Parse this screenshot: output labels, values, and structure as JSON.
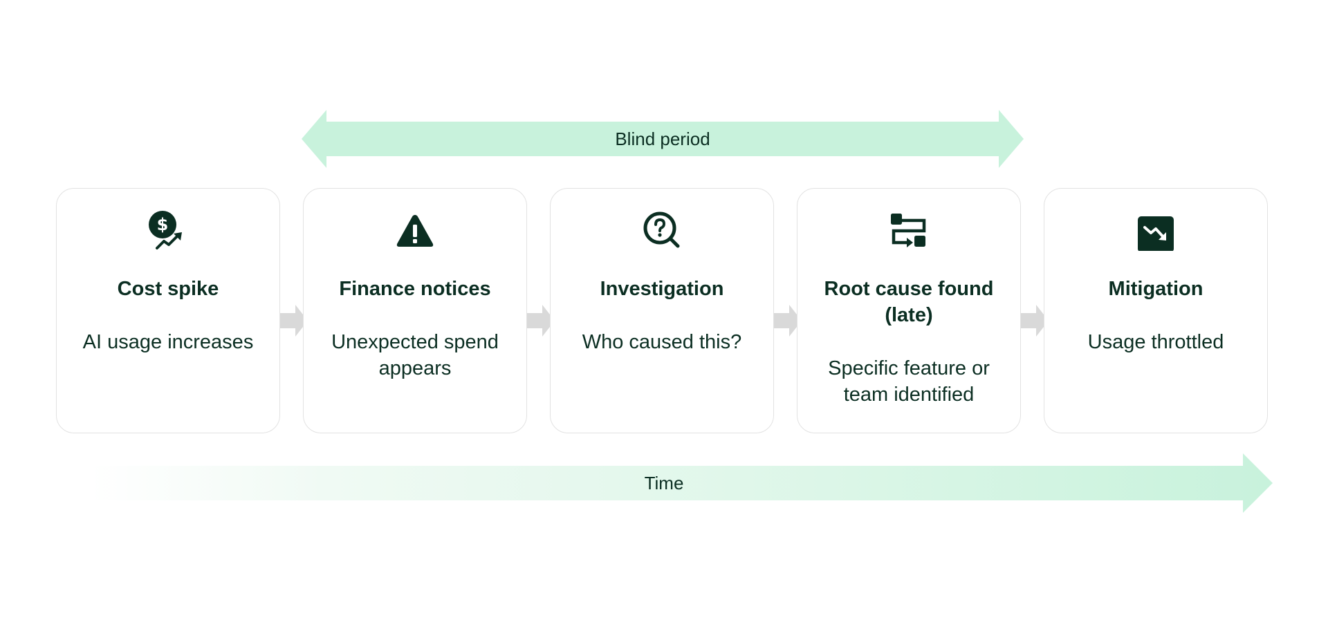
{
  "diagram": {
    "blind_period": {
      "label": "Blind period",
      "color": "#c8f2dc"
    },
    "time_axis": {
      "label": "Time",
      "color_start": "#ffffff",
      "color_end": "#c8f2dc"
    },
    "text_color": "#0b2e22",
    "card_border_color": "#e2e2e2",
    "connector_color": "#d9d9d9",
    "steps": [
      {
        "icon": "dollar-trend-up-icon",
        "title": "Cost spike",
        "description": "AI usage increases"
      },
      {
        "icon": "warning-triangle-icon",
        "title": "Finance notices",
        "description": "Unexpected spend appears"
      },
      {
        "icon": "question-search-icon",
        "title": "Investigation",
        "description": "Who caused this?"
      },
      {
        "icon": "flow-path-icon",
        "title": "Root cause found (late)",
        "description": "Specific feature or team identified"
      },
      {
        "icon": "trend-down-icon",
        "title": "Mitigation",
        "description": "Usage throttled"
      }
    ]
  }
}
